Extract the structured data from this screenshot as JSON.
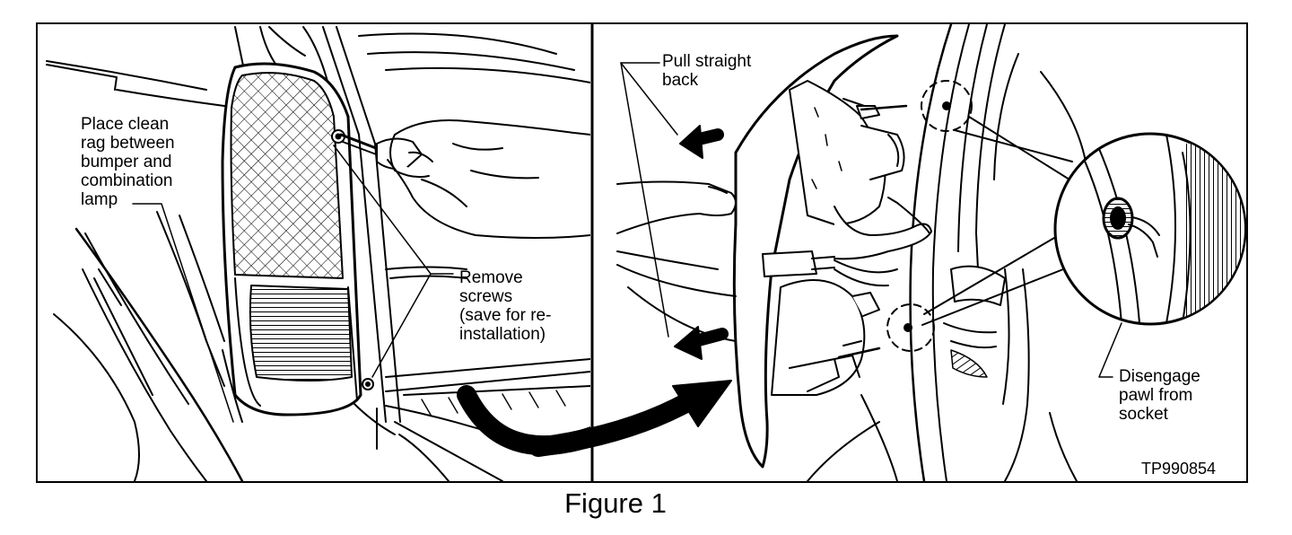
{
  "figure": {
    "caption": "Figure 1",
    "code": "TP990854"
  },
  "left_panel": {
    "rag_note": "Place clean\nrag between\nbumper and\ncombination\nlamp",
    "screws_note": "Remove\nscrews\n(save for re-\ninstallation)"
  },
  "right_panel": {
    "pull_note": "Pull straight\nback",
    "pawl_note": "Disengage\npawl from\nsocket"
  },
  "colors": {
    "ink": "#000000",
    "paper": "#ffffff"
  }
}
